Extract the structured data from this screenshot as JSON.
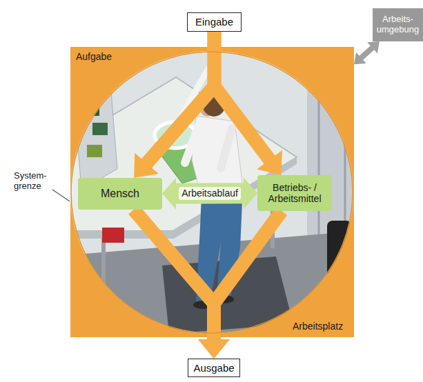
{
  "diagram": {
    "nodes": [
      {
        "text": [
          "Eingabe"
        ]
      },
      {
        "text": [
          "Arbeits- umgebung"
        ]
      },
      {
        "text": [
          "Aufgabe"
        ]
      },
      {
        "text": [
          "Arbeitsplatz"
        ],
        "in": 2
      },
      {
        "text": [
          "Mensch"
        ],
        "in": 3
      },
      {
        "text": [
          "Betriebs- / Arbeitsmittel"
        ],
        "in": 3
      },
      {
        "text": [
          "Ausgabe"
        ]
      }
    ],
    "edges": [
      {
        "from": 0,
        "to": 4,
        "arrow": "to"
      },
      {
        "from": 0,
        "to": 5,
        "arrow": "to"
      },
      {
        "from": 4,
        "to": 6,
        "arrow": "to"
      },
      {
        "from": 5,
        "to": 6,
        "arrow": "to"
      },
      {
        "from": 4,
        "to": 5,
        "label": "Arbeitsablauf",
        "arrow": "both"
      },
      {
        "from": 2,
        "to": 1,
        "arrow": "both"
      }
    ],
    "labels": [
      "System- grenze"
    ]
  }
}
